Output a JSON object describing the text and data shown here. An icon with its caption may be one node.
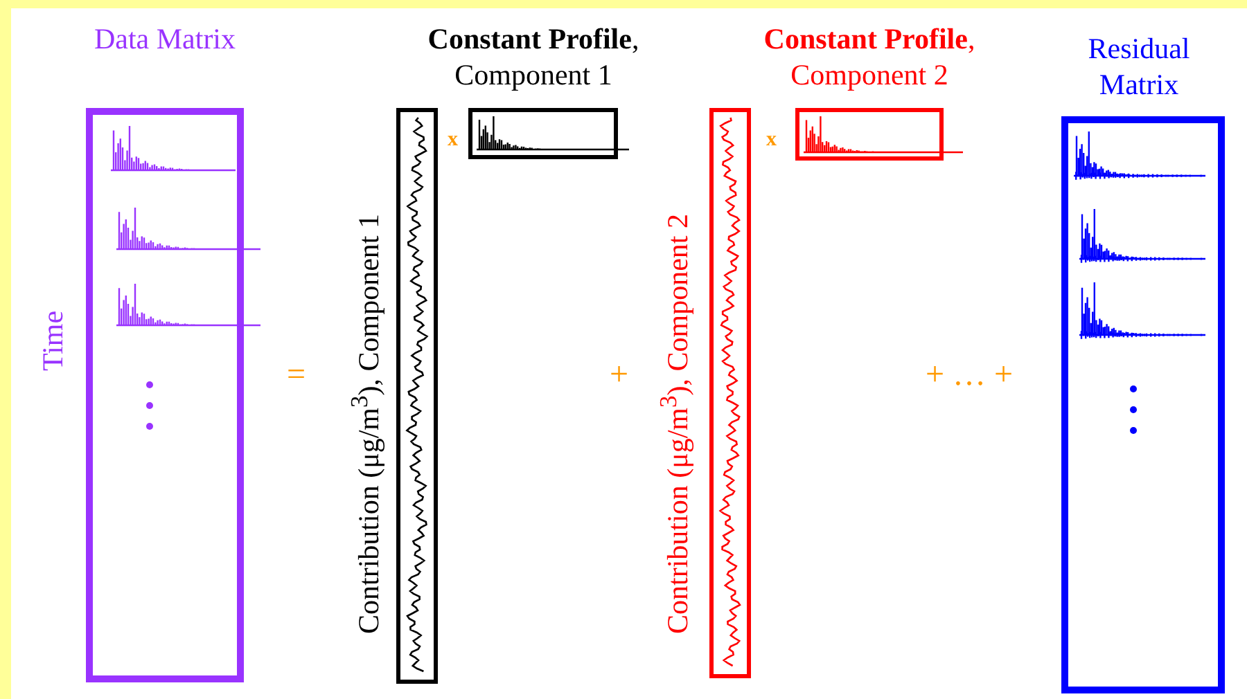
{
  "diagram": {
    "nodes": [
      {
        "text": [
          "Data Matrix"
        ],
        "beside": [
          "Time"
        ]
      },
      {
        "text": [],
        "shape": "box",
        "beside": [
          "Contribution (μg/m$^{3}$), Component 1"
        ]
      },
      {
        "text": [
          "**Constant Profile**, Component 1"
        ]
      },
      {
        "text": [],
        "shape": "box",
        "beside": [
          "Contribution (μg/m$^{3}$), Component 2"
        ]
      },
      {
        "text": [
          "**Constant Profile**, Component 2"
        ]
      },
      {
        "text": [
          "Residual Matrix"
        ]
      }
    ],
    "edges": [],
    "labels": [
      "=",
      "x",
      "+",
      "x",
      "+ … +"
    ]
  }
}
